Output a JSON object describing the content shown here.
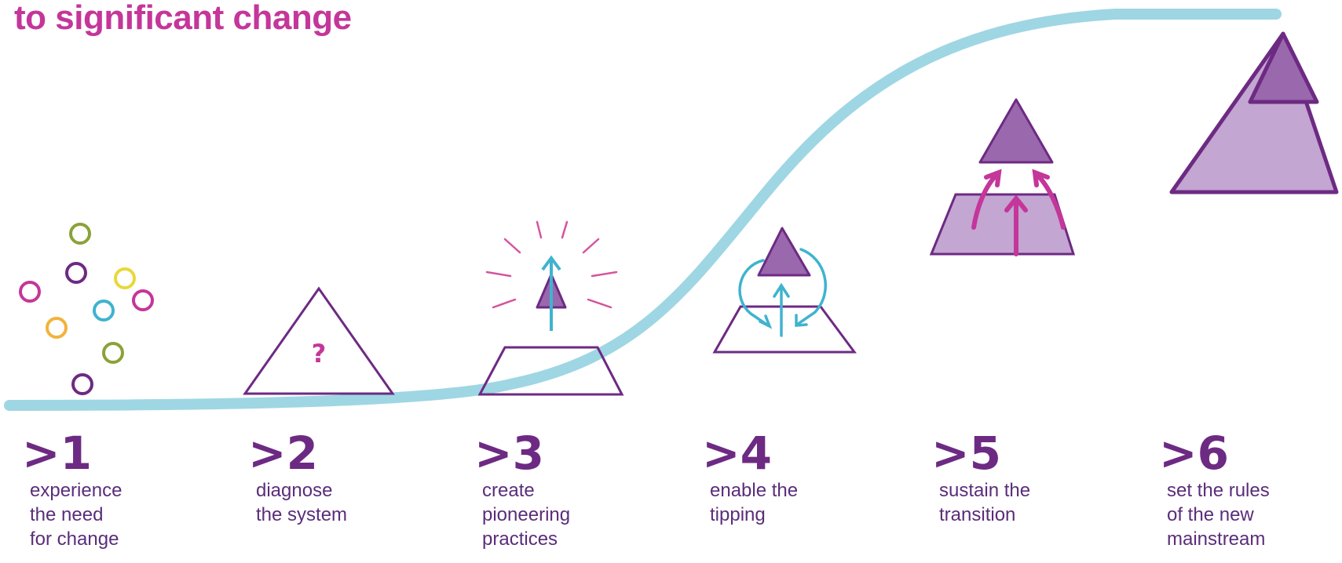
{
  "title": "to significant change",
  "colors": {
    "purple_dark": "#6d2a83",
    "purple_fill": "#9a68ad",
    "purple_light": "#c3a6d1",
    "magenta": "#c4369a",
    "curve_blue": "#9fd6e3",
    "arrow_blue": "#3fb3cf",
    "yellow": "#e8d83a",
    "orange": "#f2b33a",
    "olive": "#8aa238"
  },
  "steps": [
    {
      "number": ">1",
      "lines": [
        "experience",
        "the need",
        "for change"
      ],
      "icon": "scattered-circles-icon"
    },
    {
      "number": ">2",
      "lines": [
        "diagnose",
        "the system"
      ],
      "icon": "question-triangle-icon",
      "symbol": "?"
    },
    {
      "number": ">3",
      "lines": [
        "create",
        "pioneering",
        "practices"
      ],
      "icon": "pioneer-spark-icon"
    },
    {
      "number": ">4",
      "lines": [
        "enable the",
        "tipping"
      ],
      "icon": "tipping-cycle-icon"
    },
    {
      "number": ">5",
      "lines": [
        "sustain the",
        "transition"
      ],
      "icon": "sustain-arrows-icon"
    },
    {
      "number": ">6",
      "lines": [
        "set the rules",
        "of the new",
        "mainstream"
      ],
      "icon": "mainstream-triangle-icon"
    }
  ]
}
